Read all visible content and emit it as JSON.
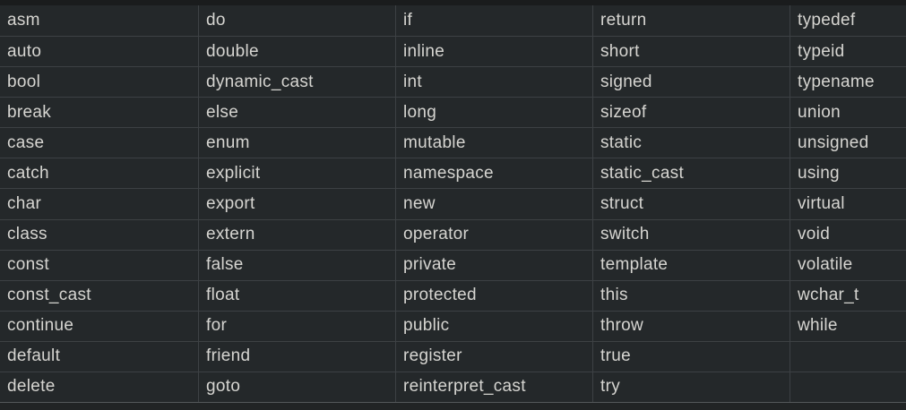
{
  "table": {
    "description": "C++ reserved keywords table",
    "columns": 5,
    "rows": [
      [
        "asm",
        "do",
        "if",
        "return",
        "typedef"
      ],
      [
        "auto",
        "double",
        "inline",
        "short",
        "typeid"
      ],
      [
        "bool",
        "dynamic_cast",
        "int",
        "signed",
        "typename"
      ],
      [
        "break",
        "else",
        "long",
        "sizeof",
        "union"
      ],
      [
        "case",
        "enum",
        "mutable",
        "static",
        "unsigned"
      ],
      [
        "catch",
        "explicit",
        "namespace",
        "static_cast",
        "using"
      ],
      [
        "char",
        "export",
        "new",
        "struct",
        "virtual"
      ],
      [
        "class",
        "extern",
        "operator",
        "switch",
        "void"
      ],
      [
        "const",
        "false",
        "private",
        "template",
        "volatile"
      ],
      [
        "const_cast",
        "float",
        "protected",
        "this",
        "wchar_t"
      ],
      [
        "continue",
        "for",
        "public",
        "throw",
        "while"
      ],
      [
        "default",
        "friend",
        "register",
        "true",
        ""
      ],
      [
        "delete",
        "goto",
        "reinterpret_cast",
        "try",
        ""
      ]
    ]
  },
  "colors": {
    "row_background": "#24282a",
    "separator": "#3d4144",
    "top_strip": "#1a1c1d",
    "bottom_strip": "#212425",
    "bottom_line": "#54585a",
    "text": "#d6d5d1"
  }
}
